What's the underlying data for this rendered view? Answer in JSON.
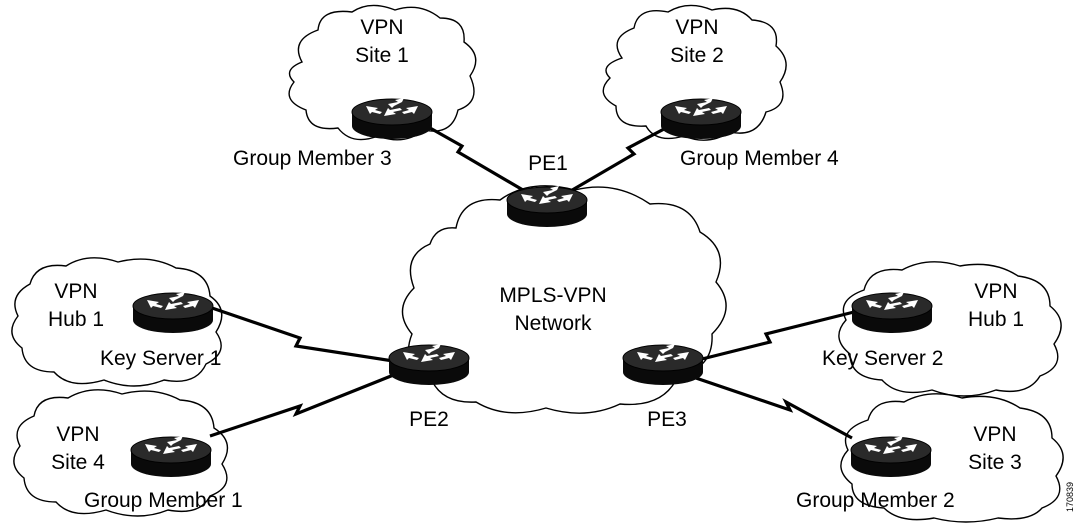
{
  "colors": {
    "background": "#ffffff",
    "line": "#000000",
    "router_top": "#2a2a2a",
    "router_side": "#0a0a0a"
  },
  "icons": {
    "router": "router-icon",
    "cloud": "cloud-shape",
    "link": "serial-link-zigzag"
  },
  "network": {
    "line1": "MPLS-VPN",
    "line2": "Network"
  },
  "sites": {
    "site1": {
      "line1": "VPN",
      "line2": "Site 1",
      "device": "Group Member 3"
    },
    "site2": {
      "line1": "VPN",
      "line2": "Site 2",
      "device": "Group Member 4"
    },
    "hub_left": {
      "line1": "VPN",
      "line2": "Hub 1",
      "device": "Key Server 1"
    },
    "site4": {
      "line1": "VPN",
      "line2": "Site 4",
      "device": "Group Member 1"
    },
    "hub_right": {
      "line1": "VPN",
      "line2": "Hub 1",
      "device": "Key Server 2"
    },
    "site3": {
      "line1": "VPN",
      "line2": "Site 3",
      "device": "Group Member 2"
    }
  },
  "pe": {
    "pe1": "PE1",
    "pe2": "PE2",
    "pe3": "PE3"
  },
  "figure_id": "170839"
}
